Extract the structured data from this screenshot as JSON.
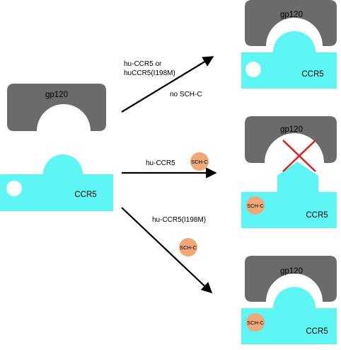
{
  "labels": {
    "gp120": "gp120",
    "ccr5": "CCR5",
    "sch_c": "SCH-C"
  },
  "arrows": {
    "top_line1": "hu-CCR5 or",
    "top_line2": "huCCR5(I198M)",
    "top_condition": "no SCH-C",
    "middle": "hu-CCR5",
    "bottom": "hu-CCR5(I198M)"
  },
  "colors": {
    "gp120_fill": "#6b6b6b",
    "ccr5_fill": "#5ef5f5",
    "sch_c_fill": "#f0a878",
    "block_cross": "#e51c1c",
    "arrow": "#000000"
  }
}
